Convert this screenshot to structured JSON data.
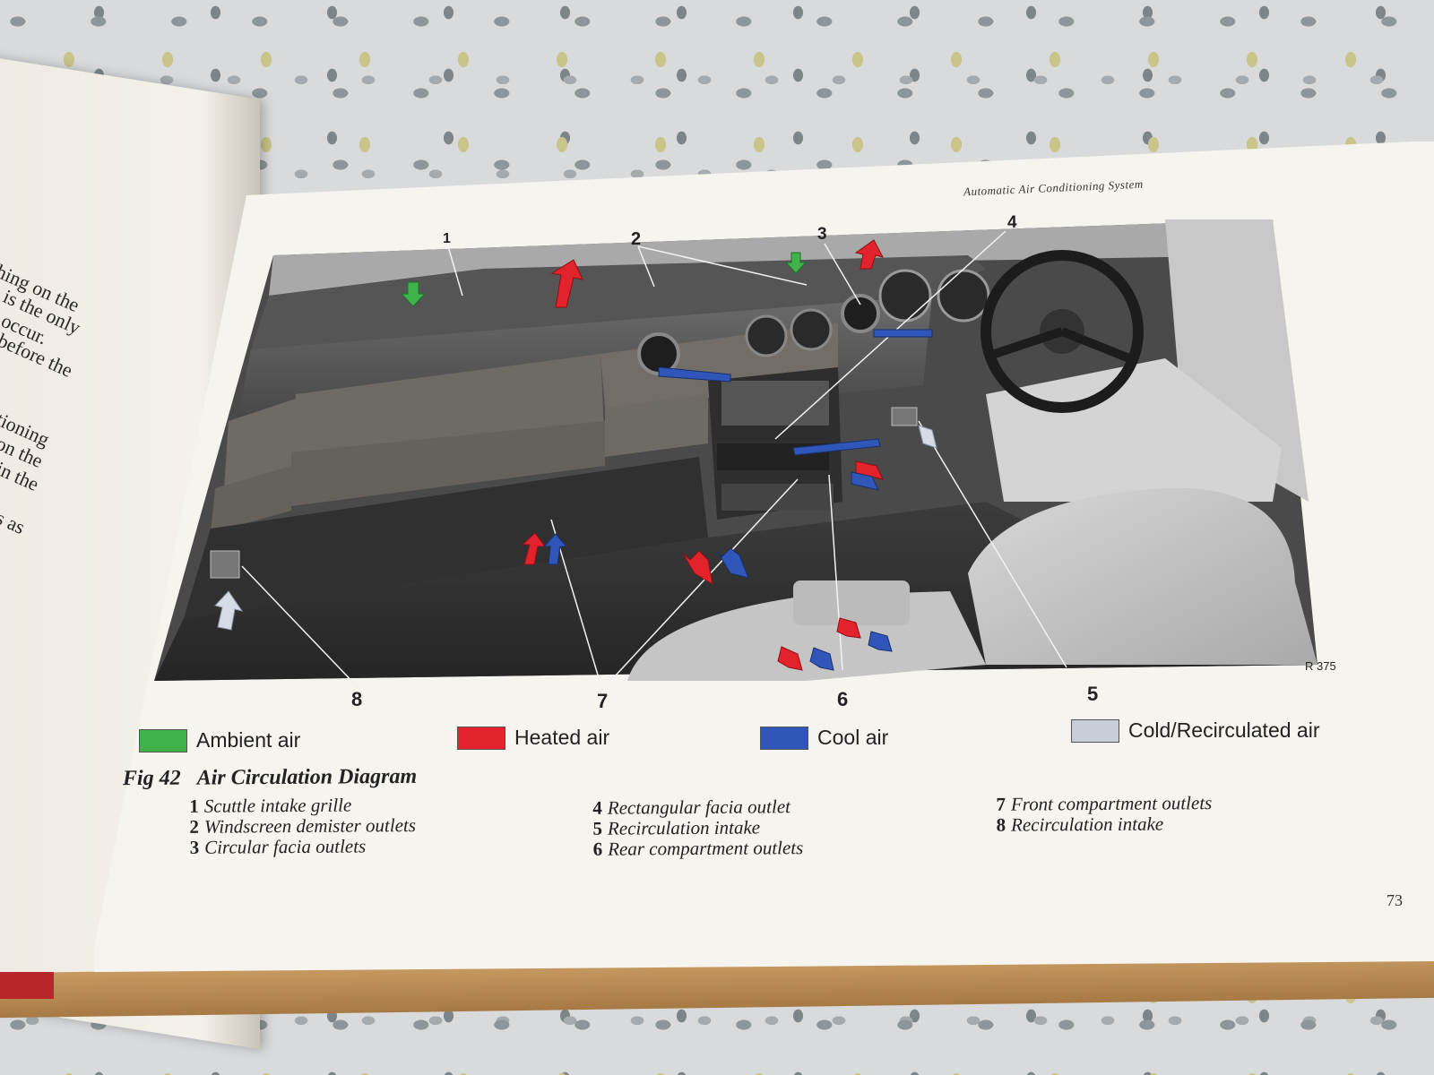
{
  "left_page": {
    "fragments": [
      "hing on the",
      "is the only",
      "occur.",
      "before the",
      "tioning",
      "on the",
      "in the",
      "s as"
    ]
  },
  "running_head": "Automatic Air Conditioning System",
  "callouts": [
    "1",
    "2",
    "3",
    "4",
    "5",
    "6",
    "7",
    "8"
  ],
  "reference_code": "R 375",
  "legend": [
    {
      "label": "Ambient air",
      "color": "#3fb24a"
    },
    {
      "label": "Heated air",
      "color": "#e2232b"
    },
    {
      "label": "Cool air",
      "color": "#2f56b8"
    },
    {
      "label": "Cold/Recirculated air",
      "color": "#c6ccd8"
    }
  ],
  "figure": {
    "number": "Fig 42",
    "title": "Air Circulation Diagram"
  },
  "key": [
    {
      "num": "1",
      "text": "Scuttle intake grille"
    },
    {
      "num": "2",
      "text": "Windscreen demister outlets"
    },
    {
      "num": "3",
      "text": "Circular facia outlets"
    },
    {
      "num": "4",
      "text": "Rectangular facia outlet"
    },
    {
      "num": "5",
      "text": "Recirculation intake"
    },
    {
      "num": "6",
      "text": "Rear compartment outlets"
    },
    {
      "num": "7",
      "text": "Front compartment outlets"
    },
    {
      "num": "8",
      "text": "Recirculation intake"
    }
  ],
  "page_number": "73"
}
